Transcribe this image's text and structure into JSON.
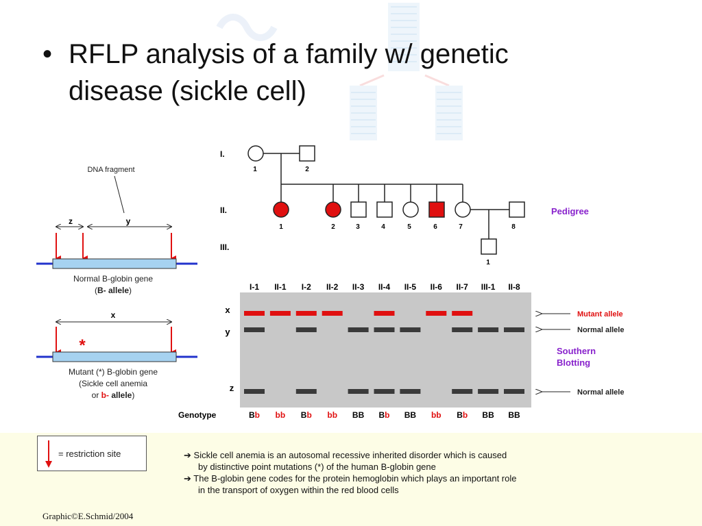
{
  "slide": {
    "bullet": "•",
    "title": "RFLP analysis of a family w/ genetic disease (sickle cell)"
  },
  "gene_diagram": {
    "dna_fragment_label": "DNA fragment",
    "z_label": "z",
    "y_label": "y",
    "x_label": "x",
    "normal_caption_1": "Normal B-globin gene",
    "normal_caption_2_prefix": "(",
    "normal_caption_2_bold": "B- allele",
    "normal_caption_2_suffix": ")",
    "mutation_marker": "*",
    "mutant_caption_1": "Mutant (*) B-globin gene",
    "mutant_caption_2": "(Sickle cell anemia",
    "mutant_caption_3_prefix": "or ",
    "mutant_caption_3_red": "b-",
    "mutant_caption_3_bold": " allele",
    "mutant_caption_3_suffix": ")",
    "colors": {
      "gene_fill": "#a6d2f0",
      "dna_line": "#2233cc",
      "restriction_arrow": "#e01010"
    }
  },
  "pedigree": {
    "label": "Pedigree",
    "generations": [
      "I.",
      "II.",
      "III."
    ],
    "gen1": [
      {
        "id": "1",
        "sex": "female",
        "affected": false
      },
      {
        "id": "2",
        "sex": "male",
        "affected": false
      }
    ],
    "gen2": [
      {
        "id": "1",
        "sex": "female",
        "affected": true
      },
      {
        "id": "2",
        "sex": "female",
        "affected": true
      },
      {
        "id": "3",
        "sex": "male",
        "affected": false
      },
      {
        "id": "4",
        "sex": "male",
        "affected": false
      },
      {
        "id": "5",
        "sex": "female",
        "affected": false
      },
      {
        "id": "6",
        "sex": "male",
        "affected": true
      },
      {
        "id": "7",
        "sex": "female",
        "affected": false
      },
      {
        "id": "8",
        "sex": "male",
        "affected": false
      }
    ],
    "gen3": [
      {
        "id": "1",
        "sex": "male",
        "affected": false
      }
    ],
    "colors": {
      "affected": "#e01010",
      "label": "#8822cc"
    }
  },
  "blot": {
    "title_line1": "Southern",
    "title_line2": "Blotting",
    "lanes": [
      "I-1",
      "II-1",
      "I-2",
      "II-2",
      "II-3",
      "II-4",
      "II-5",
      "II-6",
      "II-7",
      "III-1",
      "II-8"
    ],
    "band_rows": [
      "x",
      "y",
      "z"
    ],
    "bands": {
      "x": [
        true,
        true,
        true,
        true,
        false,
        true,
        false,
        true,
        true,
        false,
        false
      ],
      "y": [
        true,
        false,
        true,
        false,
        true,
        true,
        true,
        false,
        true,
        true,
        true
      ],
      "z": [
        true,
        false,
        true,
        false,
        true,
        true,
        true,
        false,
        true,
        true,
        true
      ]
    },
    "band_labels": {
      "x": "Mutant allele",
      "y": "Normal allele",
      "z": "Normal allele"
    },
    "genotype_label": "Genotype",
    "genotypes": [
      "Bb",
      "bb",
      "Bb",
      "bb",
      "BB",
      "Bb",
      "BB",
      "bb",
      "Bb",
      "BB",
      "BB"
    ],
    "colors": {
      "gel": "#c8c8c8",
      "mutant_band": "#e01010",
      "normal_band": "#3a3a3a",
      "blot_title": "#8822cc",
      "mutant_allele_letter": "#e01010"
    }
  },
  "legend": {
    "restriction_site": "= restriction site"
  },
  "notes": {
    "arrow": "➔",
    "line1": "Sickle cell anemia is an autosomal recessive inherited disorder which is caused",
    "line2": "by distinctive point mutations (*) of the human B-globin gene",
    "line3": "The B-globin gene codes for the protein hemoglobin which plays an important role",
    "line4": "in the transport of oxygen within the red blood cells"
  },
  "credit": "Graphic©E.Schmid/2004"
}
